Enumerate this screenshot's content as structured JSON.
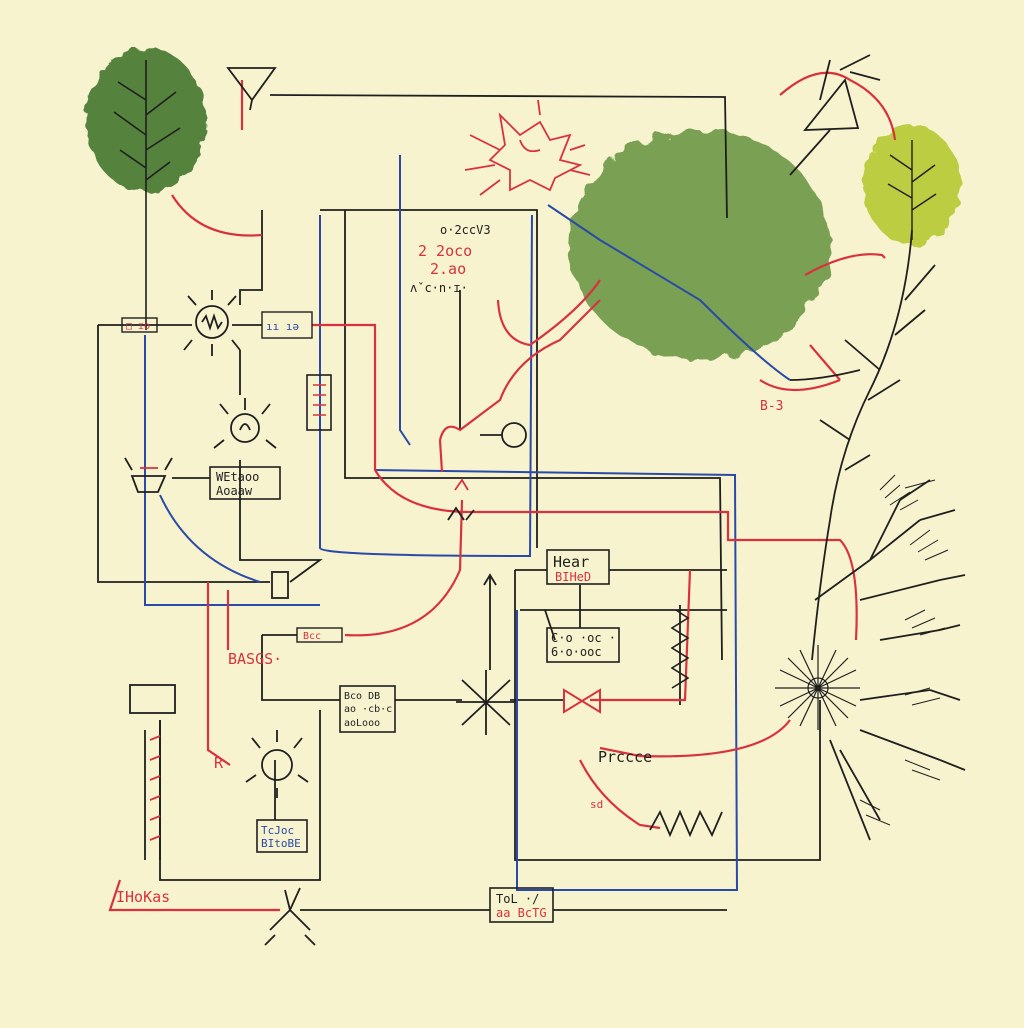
{
  "colors": {
    "paper": "#f7f3cf",
    "ink": "#1f1f1f",
    "red": "#d9323e",
    "blue": "#2a4aa8",
    "foliage": "#6f9a4a",
    "foliage_light": "#b9cc3a",
    "foliage_dark": "#4d7d35"
  },
  "labels": {
    "top_readout_line1": "o·2ccV3",
    "top_readout_line2": "2 2oco",
    "top_readout_line3": "2.ao",
    "top_readout_line4": "ʌˇc·n·ɪ·",
    "box_left_line1": "WEtaoo",
    "box_left_line2": "Aoaaw",
    "box_right_line1": "Hear",
    "box_right_line2": "BIHeD",
    "box_mid_line1": "C·o ·oc ·",
    "box_mid_line2": "6·o·ooc",
    "box_center_line1": "Bco DB",
    "box_center_line2": "ao ·cb·c",
    "box_center_line3": "aoLooo",
    "box_low_line1": "TcJoc",
    "box_low_line2": "BItoBE",
    "box_bottom_line1": "ToL ·/",
    "box_bottom_line2": "aa BcTG",
    "red_label_basics": "BASGS·",
    "red_label_ihokas": "IHoKas",
    "red_label_precce": "Prccce",
    "small_box_1": "□ ɪo",
    "small_box_2": "Bcc",
    "small_box_3": "ıı ıǝ",
    "red_label_r": "R",
    "red_label_sd": "sd",
    "red_label_bs": "B-3"
  }
}
